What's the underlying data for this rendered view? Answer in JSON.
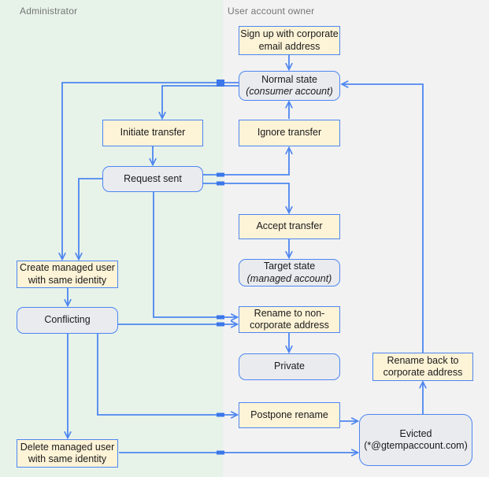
{
  "lanes": {
    "administrator": {
      "title": "Administrator"
    },
    "user": {
      "title": "User account owner"
    }
  },
  "colors": {
    "edge": "#4d86f0",
    "edge_junction": "#3b76ea",
    "process_fill": "#fdf3d7",
    "state_fill": "#e9ebef",
    "lane_admin_bg": "#e7f2e9",
    "lane_user_bg": "#f2f2f2",
    "lane_title": "#757575",
    "node_text": "#1a1a1a"
  },
  "nodes": {
    "signup": {
      "type": "process",
      "lane": "user",
      "lines": [
        "Sign up with corporate",
        "email address"
      ]
    },
    "normal": {
      "type": "state",
      "lane": "user",
      "lines": [
        "Normal state",
        "(consumer account)"
      ]
    },
    "initiate": {
      "type": "process",
      "lane": "administrator",
      "lines": [
        "Initiate transfer"
      ]
    },
    "ignore": {
      "type": "process",
      "lane": "user",
      "lines": [
        "Ignore transfer"
      ]
    },
    "request": {
      "type": "state",
      "lane": "administrator",
      "lines": [
        "Request sent"
      ]
    },
    "accept": {
      "type": "process",
      "lane": "user",
      "lines": [
        "Accept transfer"
      ]
    },
    "target": {
      "type": "state",
      "lane": "user",
      "lines": [
        "Target state",
        "(managed account)"
      ]
    },
    "create": {
      "type": "process",
      "lane": "administrator",
      "lines": [
        "Create managed user",
        "with same identity"
      ]
    },
    "conflicting": {
      "type": "state",
      "lane": "administrator",
      "lines": [
        "Conflicting"
      ]
    },
    "rename_non": {
      "type": "process",
      "lane": "user",
      "lines": [
        "Rename to non-",
        "corporate address"
      ]
    },
    "private": {
      "type": "state",
      "lane": "user",
      "lines": [
        "Private"
      ]
    },
    "rename_back": {
      "type": "process",
      "lane": "user",
      "lines": [
        "Rename back to",
        "corporate address"
      ]
    },
    "postpone": {
      "type": "process",
      "lane": "user",
      "lines": [
        "Postpone rename"
      ]
    },
    "evicted": {
      "type": "state",
      "lane": "user",
      "lines": [
        "Evicted",
        "(*@gtempaccount.com)"
      ]
    },
    "delete": {
      "type": "process",
      "lane": "administrator",
      "lines": [
        "Delete managed user",
        "with same identity"
      ]
    }
  },
  "edges": [
    {
      "from": "signup",
      "to": "normal"
    },
    {
      "from": "ignore",
      "to": "normal"
    },
    {
      "from": "normal",
      "to": "initiate"
    },
    {
      "from": "normal",
      "to": "create"
    },
    {
      "from": "initiate",
      "to": "request"
    },
    {
      "from": "request",
      "to": "ignore"
    },
    {
      "from": "request",
      "to": "accept"
    },
    {
      "from": "request",
      "to": "create"
    },
    {
      "from": "request",
      "to": "rename_non"
    },
    {
      "from": "accept",
      "to": "target"
    },
    {
      "from": "create",
      "to": "conflicting"
    },
    {
      "from": "conflicting",
      "to": "rename_non"
    },
    {
      "from": "conflicting",
      "to": "delete"
    },
    {
      "from": "conflicting",
      "to": "postpone"
    },
    {
      "from": "rename_non",
      "to": "private"
    },
    {
      "from": "postpone",
      "to": "evicted"
    },
    {
      "from": "delete",
      "to": "evicted"
    },
    {
      "from": "evicted",
      "to": "rename_back"
    },
    {
      "from": "rename_back",
      "to": "normal"
    }
  ]
}
